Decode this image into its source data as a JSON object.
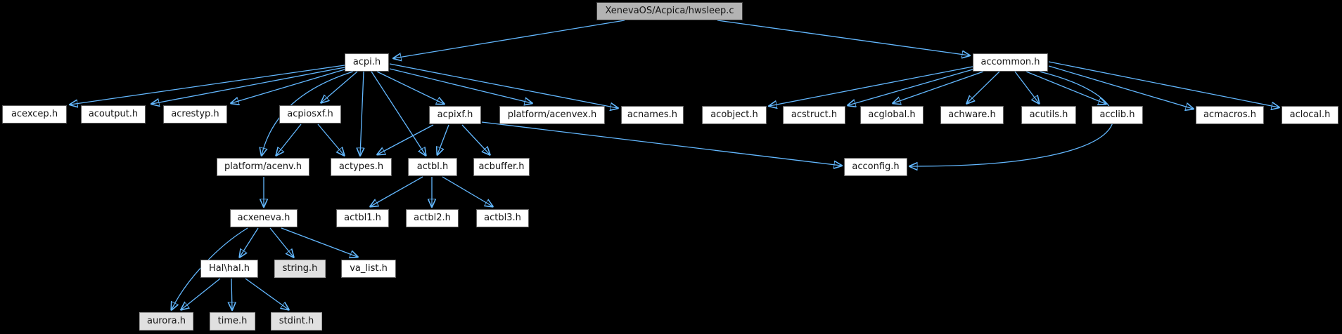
{
  "diagram": {
    "kind": "include-dependency-graph",
    "colors": {
      "background": "#000000",
      "edge": "#63b8ff",
      "node_fill": "#ffffff",
      "node_border": "#5f5f5f",
      "root_fill": "#b3b3b3",
      "root_border": "#3a3a3a",
      "external_fill": "#e0e0e0",
      "external_border": "#9c9c9c",
      "text": "#141414"
    }
  },
  "nodes": {
    "hwsleep": {
      "label": "XenevaOS/Acpica/hwsleep.c",
      "kind": "root"
    },
    "acpi": {
      "label": "acpi.h",
      "kind": "internal"
    },
    "accommon": {
      "label": "accommon.h",
      "kind": "internal"
    },
    "acexcep": {
      "label": "acexcep.h",
      "kind": "internal"
    },
    "acoutput": {
      "label": "acoutput.h",
      "kind": "internal"
    },
    "acrestyp": {
      "label": "acrestyp.h",
      "kind": "internal"
    },
    "acpiosxf": {
      "label": "acpiosxf.h",
      "kind": "internal"
    },
    "acpixf": {
      "label": "acpixf.h",
      "kind": "internal"
    },
    "acenvex": {
      "label": "platform/acenvex.h",
      "kind": "internal"
    },
    "acnames": {
      "label": "acnames.h",
      "kind": "internal"
    },
    "acobject": {
      "label": "acobject.h",
      "kind": "internal"
    },
    "acstruct": {
      "label": "acstruct.h",
      "kind": "internal"
    },
    "acglobal": {
      "label": "acglobal.h",
      "kind": "internal"
    },
    "achware": {
      "label": "achware.h",
      "kind": "internal"
    },
    "acutils": {
      "label": "acutils.h",
      "kind": "internal"
    },
    "acclib": {
      "label": "acclib.h",
      "kind": "internal"
    },
    "acmacros": {
      "label": "acmacros.h",
      "kind": "internal"
    },
    "aclocal": {
      "label": "aclocal.h",
      "kind": "internal"
    },
    "acenv": {
      "label": "platform/acenv.h",
      "kind": "internal"
    },
    "actypes": {
      "label": "actypes.h",
      "kind": "internal"
    },
    "actbl": {
      "label": "actbl.h",
      "kind": "internal"
    },
    "acbuffer": {
      "label": "acbuffer.h",
      "kind": "internal"
    },
    "acconfig": {
      "label": "acconfig.h",
      "kind": "internal"
    },
    "acxeneva": {
      "label": "acxeneva.h",
      "kind": "internal"
    },
    "actbl1": {
      "label": "actbl1.h",
      "kind": "internal"
    },
    "actbl2": {
      "label": "actbl2.h",
      "kind": "internal"
    },
    "actbl3": {
      "label": "actbl3.h",
      "kind": "internal"
    },
    "halhal": {
      "label": "Hal\\hal.h",
      "kind": "internal"
    },
    "string": {
      "label": "string.h",
      "kind": "external"
    },
    "valist": {
      "label": "va_list.h",
      "kind": "internal"
    },
    "aurora": {
      "label": "aurora.h",
      "kind": "external"
    },
    "time": {
      "label": "time.h",
      "kind": "external"
    },
    "stdint": {
      "label": "stdint.h",
      "kind": "external"
    }
  },
  "edges": [
    {
      "from": "hwsleep",
      "to": "acpi"
    },
    {
      "from": "hwsleep",
      "to": "accommon"
    },
    {
      "from": "acpi",
      "to": "acexcep"
    },
    {
      "from": "acpi",
      "to": "acoutput"
    },
    {
      "from": "acpi",
      "to": "acrestyp"
    },
    {
      "from": "acpi",
      "to": "acpiosxf"
    },
    {
      "from": "acpi",
      "to": "acpixf"
    },
    {
      "from": "acpi",
      "to": "acenvex"
    },
    {
      "from": "acpi",
      "to": "acnames"
    },
    {
      "from": "acpi",
      "to": "acenv"
    },
    {
      "from": "acpi",
      "to": "actypes"
    },
    {
      "from": "acpi",
      "to": "actbl"
    },
    {
      "from": "acpiosxf",
      "to": "acenv"
    },
    {
      "from": "acpiosxf",
      "to": "actypes"
    },
    {
      "from": "acpixf",
      "to": "acconfig"
    },
    {
      "from": "acpixf",
      "to": "actypes"
    },
    {
      "from": "acpixf",
      "to": "actbl"
    },
    {
      "from": "acpixf",
      "to": "acbuffer"
    },
    {
      "from": "actbl",
      "to": "actbl1"
    },
    {
      "from": "actbl",
      "to": "actbl2"
    },
    {
      "from": "actbl",
      "to": "actbl3"
    },
    {
      "from": "acenv",
      "to": "acxeneva"
    },
    {
      "from": "acxeneva",
      "to": "halhal"
    },
    {
      "from": "acxeneva",
      "to": "string"
    },
    {
      "from": "acxeneva",
      "to": "valist"
    },
    {
      "from": "acxeneva",
      "to": "aurora"
    },
    {
      "from": "halhal",
      "to": "aurora"
    },
    {
      "from": "halhal",
      "to": "time"
    },
    {
      "from": "halhal",
      "to": "stdint"
    },
    {
      "from": "accommon",
      "to": "acobject"
    },
    {
      "from": "accommon",
      "to": "acstruct"
    },
    {
      "from": "accommon",
      "to": "acglobal"
    },
    {
      "from": "accommon",
      "to": "achware"
    },
    {
      "from": "accommon",
      "to": "acutils"
    },
    {
      "from": "accommon",
      "to": "acclib"
    },
    {
      "from": "accommon",
      "to": "acmacros"
    },
    {
      "from": "accommon",
      "to": "aclocal"
    },
    {
      "from": "accommon",
      "to": "acconfig"
    }
  ]
}
